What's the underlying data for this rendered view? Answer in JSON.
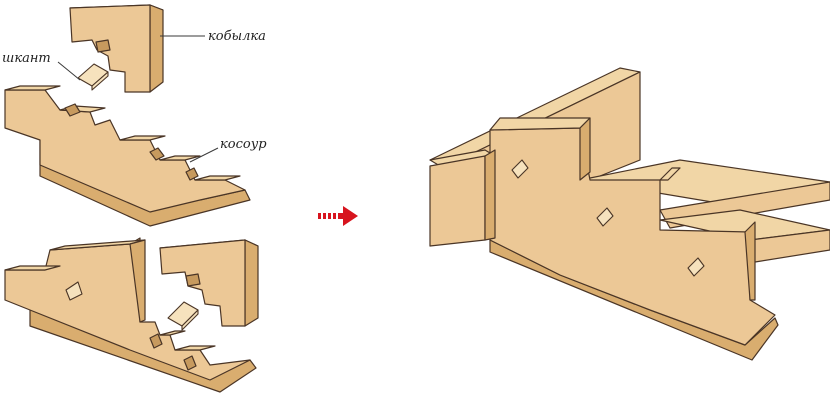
{
  "labels": {
    "shkant": "шкант",
    "kobylka": "кобылка",
    "kosour": "косоур"
  },
  "colors": {
    "wood_light": "#f1d6a6",
    "wood_mid": "#ecc896",
    "wood_shadow": "#d9ad6f",
    "outline": "#4a3526",
    "arrow": "#d7141e"
  },
  "icons": {
    "arrow": "arrow-right-icon"
  }
}
